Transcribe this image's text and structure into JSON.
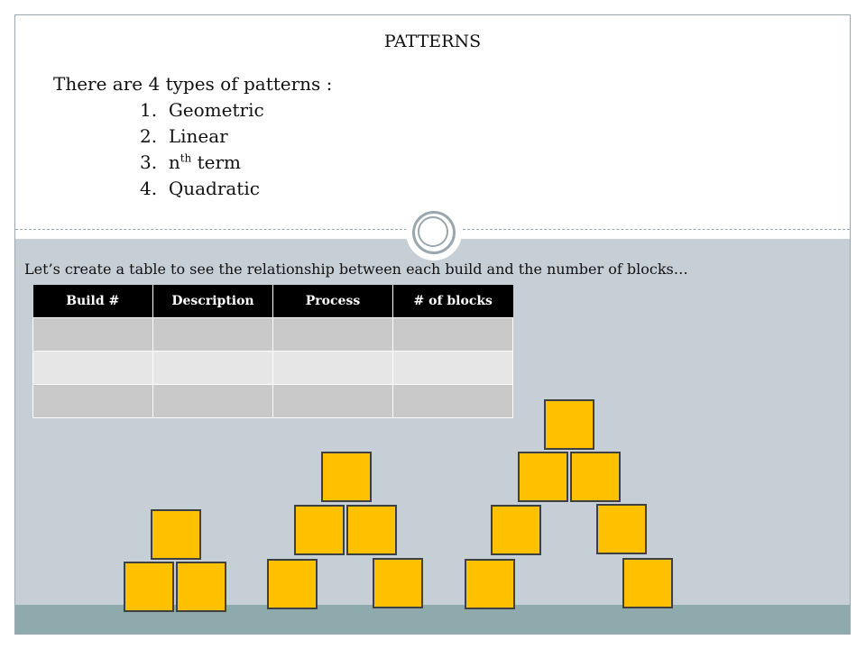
{
  "slide": {
    "title": "PATTERNS",
    "intro": "There are 4 types of patterns :",
    "list": [
      {
        "number": "1.",
        "text": "Geometric"
      },
      {
        "number": "2.",
        "text": "Linear"
      },
      {
        "number": "3.",
        "text_before": "n",
        "superscript": "th",
        "text_after": " term"
      },
      {
        "number": "4.",
        "text": "Quadratic"
      }
    ],
    "caption": "Let’s create a table to see the relationship between each build and the number of blocks…"
  },
  "table": {
    "headers": [
      "Build #",
      "Description",
      "Process",
      "# of blocks"
    ],
    "rows": [
      [
        "",
        "",
        "",
        ""
      ],
      [
        "",
        "",
        "",
        ""
      ],
      [
        "",
        "",
        "",
        ""
      ]
    ]
  },
  "colors": {
    "block_fill": "#ffc000",
    "block_border": "#404040",
    "panel_background": "#c6cfd5",
    "footer_band": "#8eaaad",
    "table_header": "#000000",
    "row_dark": "#c9c9c9",
    "row_light": "#e6e6e6"
  }
}
